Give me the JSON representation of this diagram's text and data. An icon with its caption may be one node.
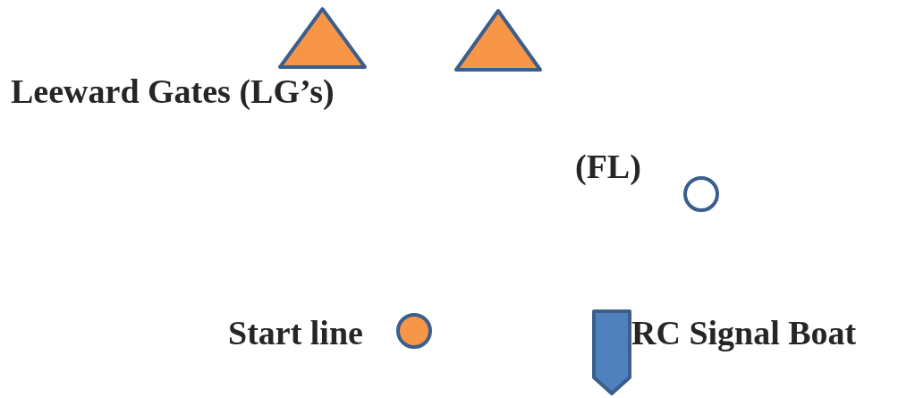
{
  "diagram": {
    "nodes": [
      {
        "text": [],
        "shape": "triangle"
      },
      {
        "text": [],
        "shape": "triangle"
      },
      {
        "text": [],
        "shape": "circle",
        "beside": [
          "(FL)"
        ]
      },
      {
        "text": [],
        "shape": "circle",
        "beside": [
          "Start line"
        ]
      },
      {
        "text": [],
        "shape": "boat",
        "beside": [
          "RC Signal Boat"
        ]
      }
    ],
    "labels": [
      "Leeward Gates (LG’s)"
    ]
  }
}
